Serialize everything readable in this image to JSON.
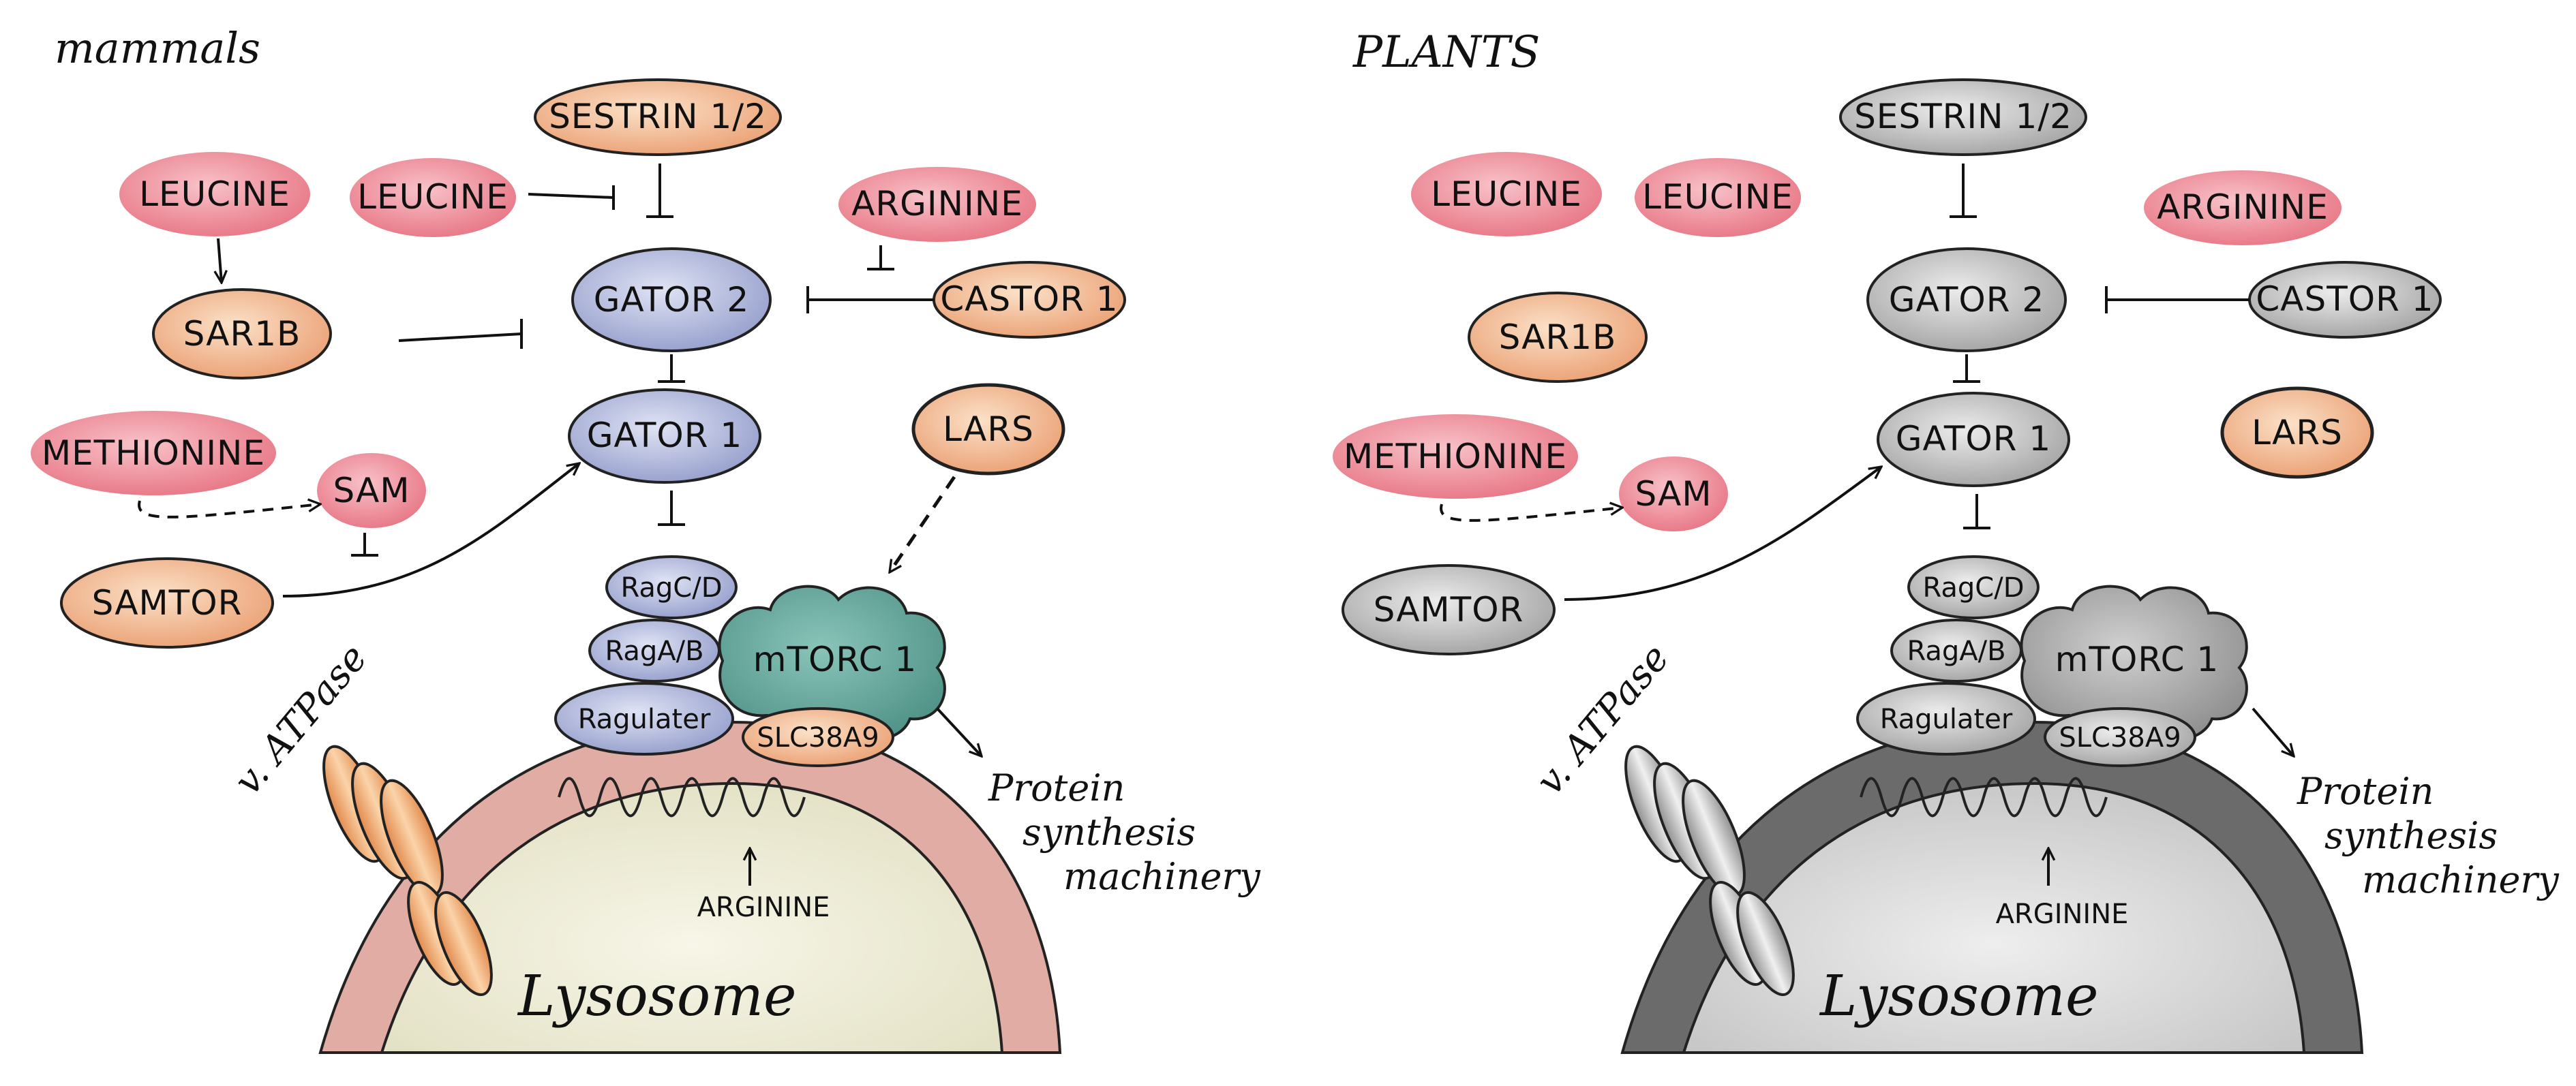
{
  "left_panel": {
    "title": "mammals",
    "leucine_a": "LEUCINE",
    "leucine_b": "LEUCINE",
    "sestrin": "SESTRIN 1/2",
    "arginine_top": "ARGININE",
    "sar1b": "SAR1B",
    "gator2": "GATOR 2",
    "castor1": "CASTOR 1",
    "gator1": "GATOR 1",
    "lars": "LARS",
    "methionine": "METHIONINE",
    "sam": "SAM",
    "samtor": "SAMTOR",
    "rag_cd": "RagC/D",
    "rag_ab": "RagA/B",
    "ragulator": "Ragulater",
    "mtorc1": "mTORC 1",
    "slc38a9": "SLC38A9",
    "vatpase": "v. ATPase",
    "protein_line1": "Protein",
    "protein_line2": "synthesis",
    "protein_line3": "machinery",
    "arginine_bottom": "ARGININE",
    "lysosome": "Lysosome"
  },
  "right_panel": {
    "title": "PLANTS",
    "leucine_a": "LEUCINE",
    "leucine_b": "LEUCINE",
    "sestrin": "SESTRIN 1/2",
    "arginine_top": "ARGININE",
    "sar1b": "SAR1B",
    "gator2": "GATOR 2",
    "castor1": "CASTOR 1",
    "gator1": "GATOR 1",
    "lars": "LARS",
    "methionine": "METHIONINE",
    "sam": "SAM",
    "samtor": "SAMTOR",
    "rag_cd": "RagC/D",
    "rag_ab": "RagA/B",
    "ragulator": "Ragulater",
    "mtorc1": "mTORC 1",
    "slc38a9": "SLC38A9",
    "vatpase": "v. ATPase",
    "protein_line1": "Protein",
    "protein_line2": "synthesis",
    "protein_line3": "machinery",
    "arginine_bottom": "ARGININE",
    "lysosome": "Lysosome"
  },
  "colors": {
    "amino_acid_pink": "#ea7b88",
    "protein_orange": "#eca57a",
    "gator_blue": "#9aa4cf",
    "mtorc_teal": "#5c9d92",
    "absent_gray": "#b3b3b3",
    "membrane_mammal": "#e4b6ad",
    "lumen_mammal": "#efedd8",
    "membrane_plant": "#6b6b6b",
    "lumen_plant": "#d6d6d6"
  }
}
